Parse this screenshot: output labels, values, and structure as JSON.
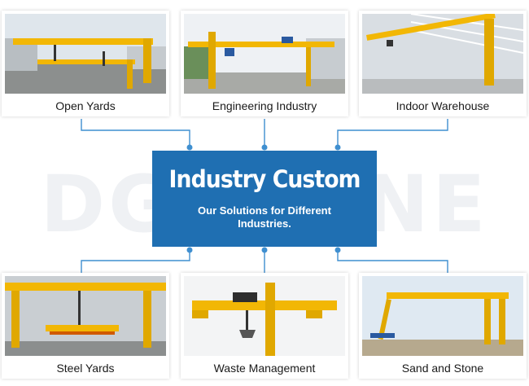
{
  "center": {
    "title": "Industry Custom",
    "subtitle": "Our Solutions for Different Industries."
  },
  "watermark": "DGCRANE",
  "industries": [
    {
      "label": "Open Yards"
    },
    {
      "label": "Engineering Industry"
    },
    {
      "label": "Indoor Warehouse"
    },
    {
      "label": "Steel Yards"
    },
    {
      "label": "Waste Management"
    },
    {
      "label": "Sand and Stone"
    }
  ],
  "colors": {
    "accent": "#1f6fb2",
    "connector": "#3f8fd0",
    "crane": "#f2b705"
  }
}
